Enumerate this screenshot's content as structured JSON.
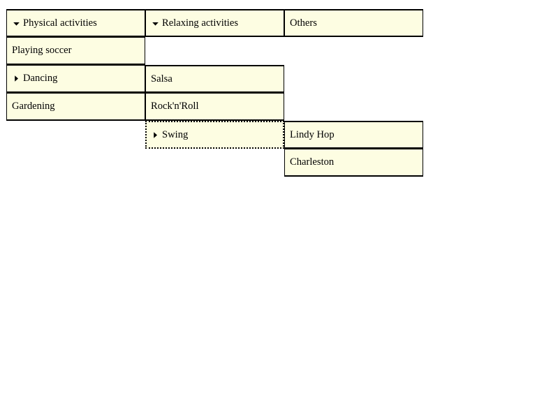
{
  "widget": {
    "name": "hierarchical-activities-browser",
    "cell_fill_color": "#FDFDE2",
    "cell_border_color": "#000000",
    "focus_border_style": "dotted",
    "text_color": "#000000"
  },
  "columns": [
    {
      "index": 1,
      "name": "activities-root-column",
      "rows": [
        {
          "label": "Physical activities",
          "twisty": "triangle-down-icon",
          "expanded": true,
          "selected": true,
          "focused": false,
          "empty": false
        },
        {
          "label": "Playing soccer",
          "twisty": "none",
          "expanded": false,
          "selected": false,
          "focused": false,
          "empty": false
        },
        {
          "label": "Dancing",
          "twisty": "triangle-right-icon",
          "expanded": false,
          "selected": false,
          "focused": false,
          "empty": false
        },
        {
          "label": "Gardening",
          "twisty": "none",
          "expanded": false,
          "selected": false,
          "focused": false,
          "empty": false
        }
      ]
    },
    {
      "index": 2,
      "name": "relaxing-activities-column",
      "rows": [
        {
          "label": "Relaxing activities",
          "twisty": "triangle-down-icon",
          "expanded": true,
          "selected": true,
          "focused": false,
          "empty": false
        },
        {
          "label": "",
          "twisty": "none",
          "expanded": false,
          "selected": false,
          "focused": false,
          "empty": true
        },
        {
          "label": "Salsa",
          "twisty": "none",
          "expanded": false,
          "selected": false,
          "focused": false,
          "empty": false
        },
        {
          "label": "Rock'n'Roll",
          "twisty": "none",
          "expanded": false,
          "selected": false,
          "focused": false,
          "empty": false
        },
        {
          "label": "Swing",
          "twisty": "triangle-right-icon",
          "expanded": false,
          "selected": false,
          "focused": true,
          "empty": false
        }
      ]
    },
    {
      "index": 3,
      "name": "others-column",
      "rows": [
        {
          "label": "Others",
          "twisty": "none",
          "expanded": false,
          "selected": false,
          "focused": false,
          "empty": false
        },
        {
          "label": "",
          "twisty": "none",
          "expanded": false,
          "selected": false,
          "focused": false,
          "empty": true
        },
        {
          "label": "",
          "twisty": "none",
          "expanded": false,
          "selected": false,
          "focused": false,
          "empty": true
        },
        {
          "label": "",
          "twisty": "none",
          "expanded": false,
          "selected": false,
          "focused": false,
          "empty": true
        },
        {
          "label": "Lindy Hop",
          "twisty": "none",
          "expanded": false,
          "selected": false,
          "focused": false,
          "empty": false
        },
        {
          "label": "Charleston",
          "twisty": "none",
          "expanded": false,
          "selected": false,
          "focused": false,
          "empty": false
        }
      ]
    }
  ]
}
